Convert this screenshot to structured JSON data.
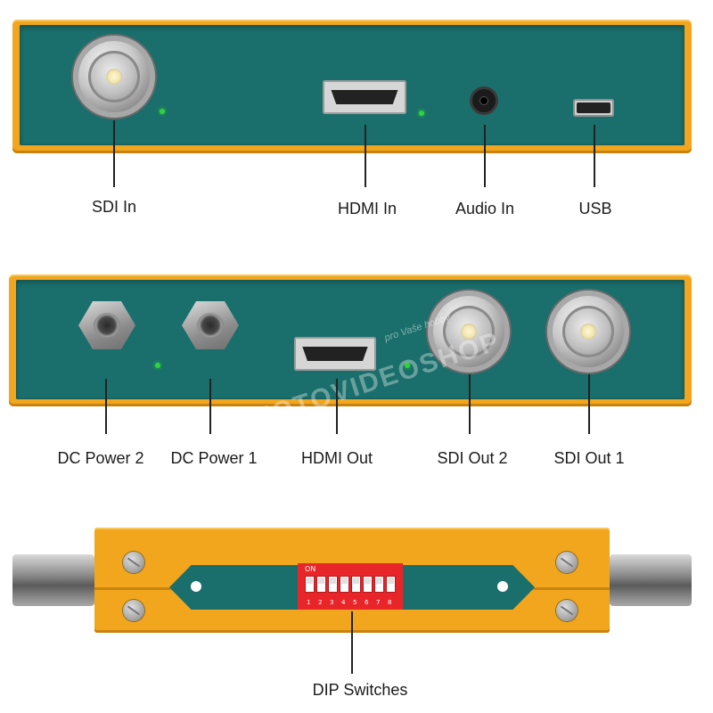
{
  "top_panel": {
    "labels": {
      "sdi_in": "SDI In",
      "hdmi_in": "HDMI In",
      "audio_in": "Audio In",
      "usb": "USB"
    }
  },
  "bottom_panel": {
    "labels": {
      "dc_power_2": "DC Power 2",
      "dc_power_1": "DC Power 1",
      "hdmi_out": "HDMI Out",
      "sdi_out_2": "SDI Out 2",
      "sdi_out_1": "SDI Out 1"
    }
  },
  "side_view": {
    "dip_on_label": "ON",
    "dip_numbers": [
      "1",
      "2",
      "3",
      "4",
      "5",
      "6",
      "7",
      "8"
    ],
    "label": "DIP Switches"
  },
  "watermark": {
    "main": "FOTOVIDEOSHOP",
    "sub": "pro Vaše hobby"
  },
  "colors": {
    "chassis": "#f1a61d",
    "panel": "#1a6e6b",
    "led": "#2fd33b",
    "dip": "#e8262a"
  }
}
